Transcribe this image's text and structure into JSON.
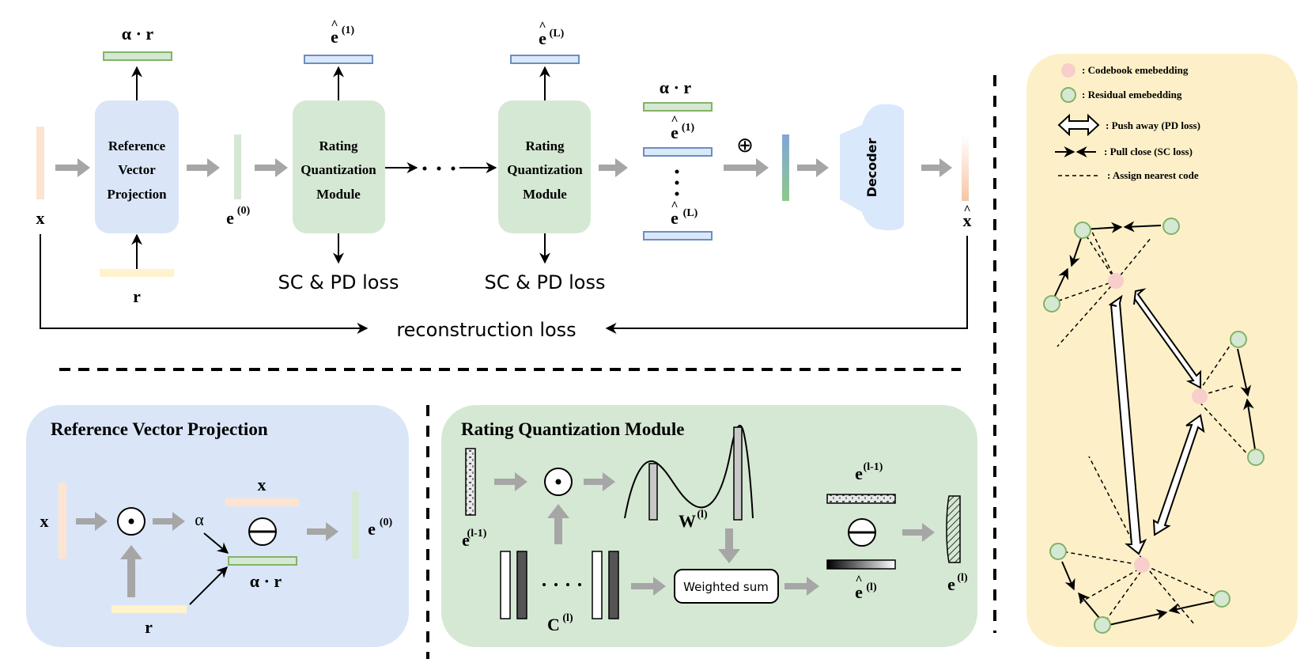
{
  "top_pipeline": {
    "input_label": "x",
    "ref_projection_box": [
      "Reference",
      "Vector",
      "Projection"
    ],
    "ref_output_label": "α · r",
    "r_label": "r",
    "e0_label": "e",
    "e0_sup": "(0)",
    "rqm_box": [
      "Rating",
      "Quantization",
      "Module"
    ],
    "rqm1_out_label": "e",
    "rqm1_out_sup": "(1)",
    "rqmL_out_label": "e",
    "rqmL_out_sup": "(L)",
    "loss_label": "SC & PD loss",
    "stack_alpha_r": "α · r",
    "stack_e1": "e",
    "stack_e1_sup": "(1)",
    "stack_eL": "e",
    "stack_eL_sup": "(L)",
    "oplus": "⊕",
    "decoder_label": "Decoder",
    "output_label": "x",
    "hat": "^",
    "reconstruction_loss": "reconstruction loss"
  },
  "rvp_panel": {
    "title": "Reference Vector Projection",
    "x_label": "x",
    "x_bar_label": "x",
    "alpha_label": "α",
    "alpha_r_label": "α · r",
    "r_label": "r",
    "e0_label": "e",
    "e0_sup": "(0)"
  },
  "rqm_panel": {
    "title": "Rating Quantization Module",
    "e_prev_label": "e",
    "e_prev_sup": "(l-1)",
    "w_label": "W",
    "w_sup": "(l)",
    "c_label": "C",
    "c_sup": "(l)",
    "weighted_sum": "Weighted sum",
    "e_prev_right_label": "e",
    "e_prev_right_sup": "(l-1)",
    "e_hat_label": "e",
    "e_hat_sup": "(l)",
    "e_out_label": "e",
    "e_out_sup": "(l)"
  },
  "legend": {
    "codebook": ": Codebook emebedding",
    "residual": ": Residual emebedding",
    "push": ": Push away (PD loss)",
    "pull": ": Pull close (SC loss)",
    "assign": ": Assign nearest code"
  },
  "colors": {
    "blue_box": "#dae6f8",
    "green_box": "#d5e8d4",
    "yellow_panel": "#fdf0c8",
    "green_bar": "#b9deb0",
    "green_stroke": "#82b366",
    "blue_bar": "#dae8fc",
    "blue_stroke": "#6c8ebf",
    "orange_bar": "#fde4d0",
    "yellow_bar": "#fff2cc",
    "gray_arrow": "#a6a6a6",
    "pink_node": "#f8cecc",
    "green_node": "#d5e8d4"
  }
}
